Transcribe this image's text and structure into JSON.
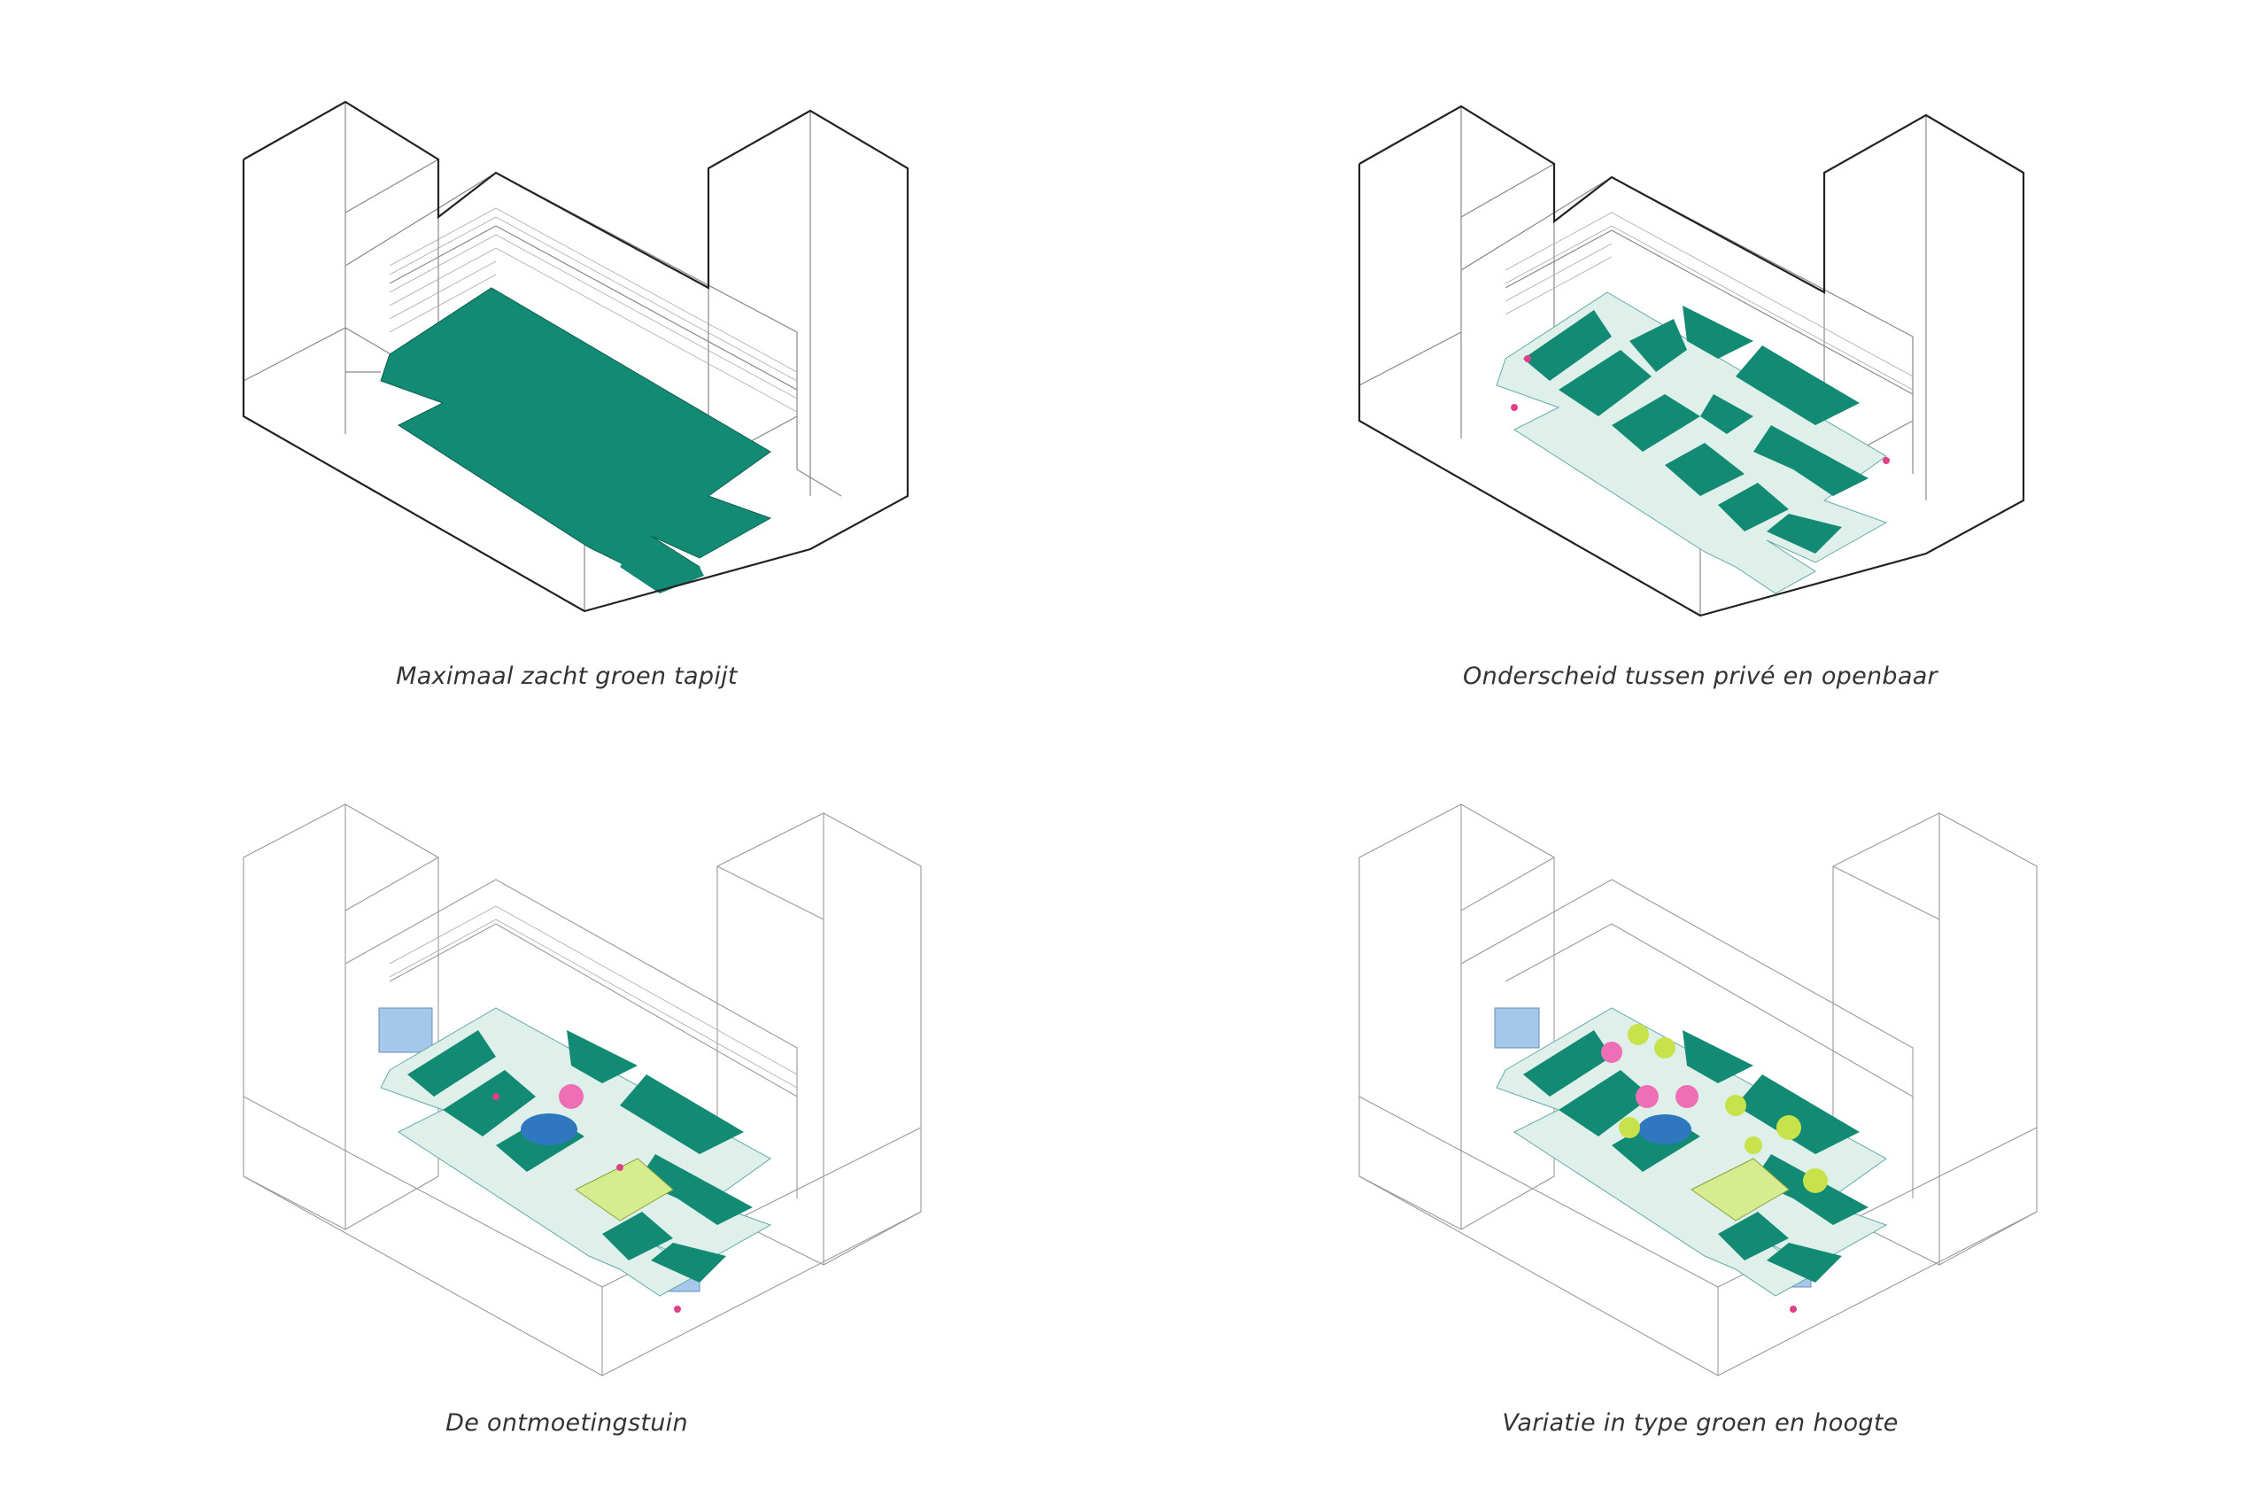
{
  "colors": {
    "green": "#138a73",
    "path": "#dff0ea",
    "lime": "#d7ec8e",
    "water": "#2f78bf",
    "glass": "#7fb0e0",
    "pink": "#ef6fb6",
    "tree_lime": "#c7e24a",
    "outline": "#222222"
  },
  "panels": [
    {
      "caption": "Maximaal zacht groen tapijt"
    },
    {
      "caption": "Onderscheid tussen privé en openbaar"
    },
    {
      "caption": "De ontmoetingstuin"
    },
    {
      "caption": "Variatie in type groen en hoogte"
    }
  ]
}
